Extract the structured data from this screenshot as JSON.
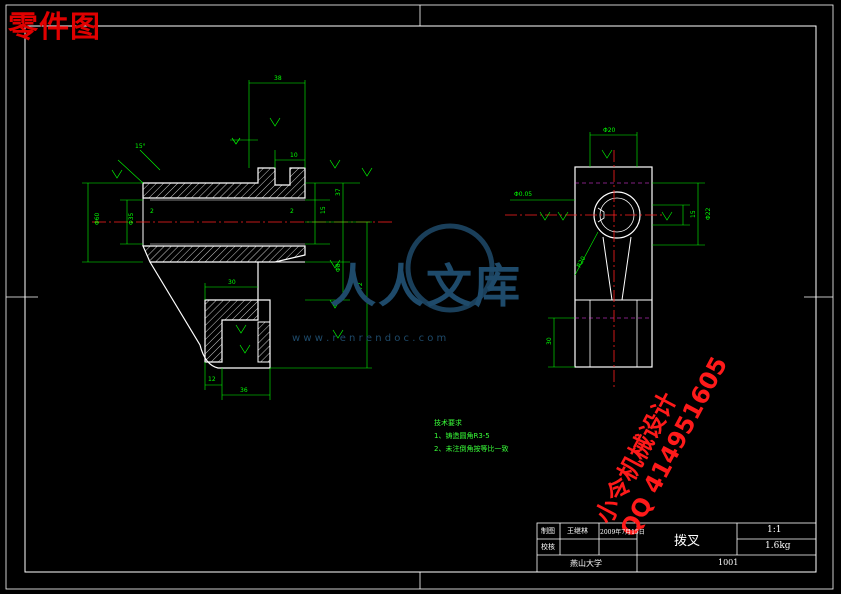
{
  "watermark_title": "零件图",
  "brand": {
    "name": "人人文库",
    "url": "w w w . r e n r e n d o c . c o m"
  },
  "promo": {
    "line1": "小令机械设计",
    "line2": "QQ 414951605"
  },
  "tech_requirements": {
    "heading": "技术要求",
    "items": [
      "1、铸造圆角R3-5",
      "2、未注倒角按等比一致"
    ]
  },
  "title_block": {
    "designer_label": "制图",
    "designer": "王继林",
    "date": "2009年7月15日",
    "checker_label": "校核",
    "part_name": "拨叉",
    "scale": "1:1",
    "mass": "1.6kg",
    "school": "燕山大学",
    "drawing_no": "1001"
  },
  "colors": {
    "outline": "#ffffff",
    "dimension": "#00ff00",
    "centerline": "#ff2020",
    "hidden": "#ff40ff",
    "watermark": "#e00000"
  }
}
